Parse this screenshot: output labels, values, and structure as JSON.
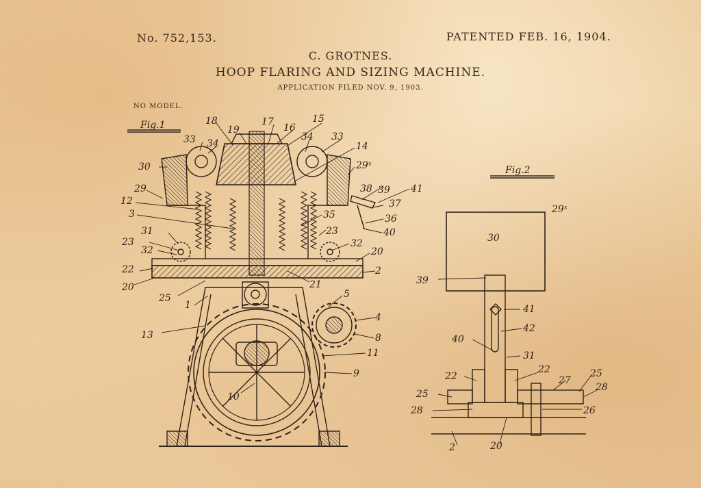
{
  "header": {
    "patent_number": "No. 752,153.",
    "patent_date": "PATENTED FEB. 16, 1904.",
    "inventor": "C. GROTNES.",
    "title": "HOOP FLARING AND SIZING MACHINE.",
    "application": "APPLICATION FILED NOV. 9, 1903.",
    "model_note": "NO MODEL."
  },
  "figures": {
    "fig1_label": "Fig.1",
    "fig2_label": "Fig.2"
  },
  "fig1_labels": {
    "l15": "15",
    "l17": "17",
    "l16": "16",
    "l18": "18",
    "l19": "19",
    "l33a": "33",
    "l34a": "34",
    "l34b": "34",
    "l33b": "33",
    "l14": "14",
    "l30": "30",
    "l29x": "29ˣ",
    "l29": "29",
    "l38": "38",
    "l39": "39",
    "l41": "41",
    "l12": "12",
    "l37": "37",
    "l3": "3",
    "l35": "35",
    "l36": "36",
    "l31": "31",
    "l40": "40",
    "l23a": "23",
    "l23b": "23",
    "l32a": "32",
    "l32b": "32",
    "l20a": "20",
    "l22": "22",
    "l2": "2",
    "l20b": "20",
    "l21": "21",
    "l25": "25",
    "l1": "1",
    "l5": "5",
    "l4": "4",
    "l13": "13",
    "l8": "8",
    "l11": "11",
    "l9": "9",
    "l10": "10"
  },
  "fig2_labels": {
    "l29x": "29ˣ",
    "l30": "30",
    "l39": "39",
    "l41": "41",
    "l42": "42",
    "l40": "40",
    "l31": "31",
    "l22a": "22",
    "l22b": "22",
    "l27": "27",
    "l25a": "25",
    "l25b": "25",
    "l28a": "28",
    "l28b": "28",
    "l26": "26",
    "l2": "2",
    "l20": "20"
  },
  "colors": {
    "paper": "#f3dcb4",
    "ink": "#2f2218"
  }
}
